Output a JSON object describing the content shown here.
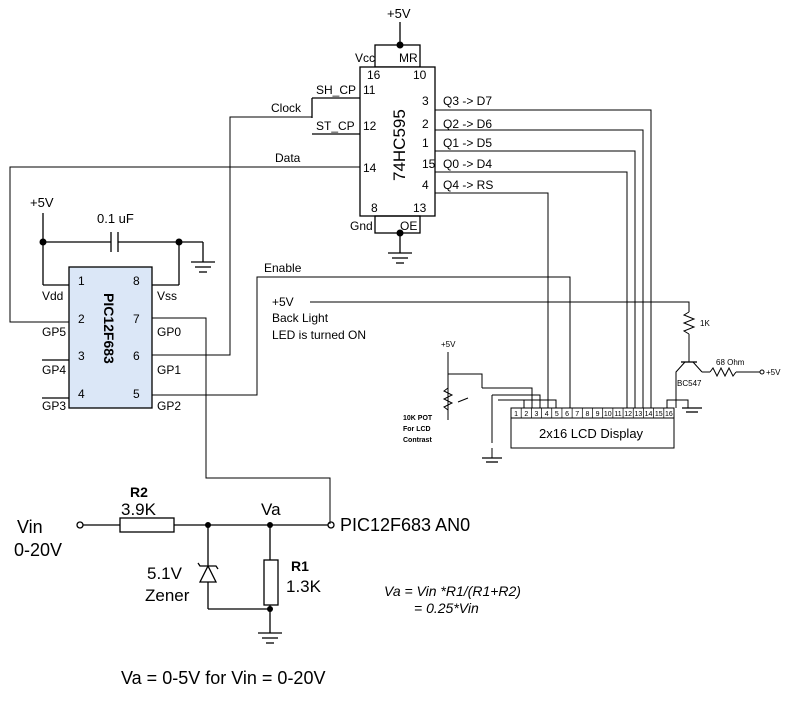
{
  "power": {
    "plus5v": "+5V"
  },
  "shift_register": {
    "name": "74HC595",
    "pin_vcc": "Vcc",
    "pin_mr": "MR",
    "num_16": "16",
    "num_10": "10",
    "pin_shcp": "SH_CP",
    "num_11": "11",
    "pin_stcp": "ST_CP",
    "num_12": "12",
    "num_14": "14",
    "pin_gnd": "Gnd",
    "pin_oe": "OE",
    "num_8": "8",
    "num_13": "13",
    "num_3": "3",
    "num_2": "2",
    "num_1": "1",
    "num_15": "15",
    "num_4": "4",
    "out_q3": "Q3 -> D7",
    "out_q2": "Q2 -> D6",
    "out_q1": "Q1 -> D5",
    "out_q0": "Q0 -> D4",
    "out_q4": "Q4 -> RS"
  },
  "signals": {
    "clock": "Clock",
    "data": "Data",
    "enable": "Enable",
    "backlight_supply": "+5V",
    "backlight_line1": "Back Light",
    "backlight_line2": "LED is turned ON"
  },
  "decoupling": {
    "cap_value": "0.1 uF"
  },
  "mcu": {
    "name": "PIC12F683",
    "pin1": "1",
    "pin2": "2",
    "pin3": "3",
    "pin4": "4",
    "pin5": "5",
    "pin6": "6",
    "pin7": "7",
    "pin8": "8",
    "lbl_vdd": "Vdd",
    "lbl_gp5": "GP5",
    "lbl_gp4": "GP4",
    "lbl_gp3": "GP3",
    "lbl_vss": "Vss",
    "lbl_gp0": "GP0",
    "lbl_gp1": "GP1",
    "lbl_gp2": "GP2"
  },
  "lcd": {
    "title": "2x16 LCD Display",
    "pins": [
      "1",
      "2",
      "3",
      "4",
      "5",
      "6",
      "7",
      "8",
      "9",
      "10",
      "11",
      "12",
      "13",
      "14",
      "15",
      "16"
    ],
    "pot_supply": "+5V",
    "pot_line1": "10K POT",
    "pot_line2": "For LCD",
    "pot_line3": "Contrast"
  },
  "backlight": {
    "r_base": "1K",
    "transistor": "BC547",
    "r_led": "68 Ohm",
    "supply": "+5V"
  },
  "divider": {
    "vin_label": "Vin",
    "vin_range": "0-20V",
    "r2_name": "R2",
    "r2_value": "3.9K",
    "va_label": "Va",
    "adc_label": "PIC12F683 AN0",
    "zener_value": "5.1V",
    "zener_label": "Zener",
    "r1_name": "R1",
    "r1_value": "1.3K",
    "formula1": "Va = Vin *R1/(R1+R2)",
    "formula2": "= 0.25*Vin",
    "summary": "Va = 0-5V for Vin = 0-20V"
  }
}
